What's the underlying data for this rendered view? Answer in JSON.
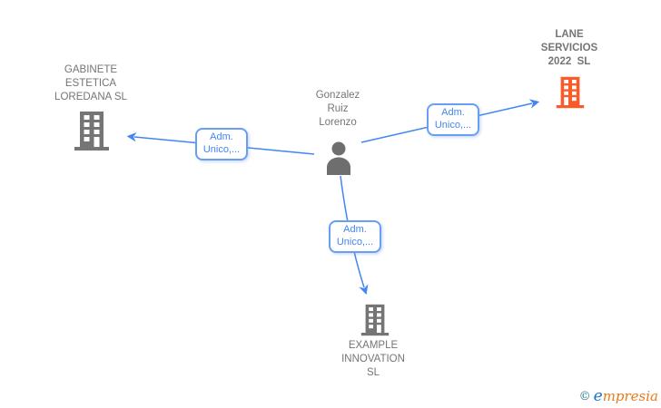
{
  "diagram": {
    "colors": {
      "background": "#ffffff",
      "node_text": "#757575",
      "building_gray": "#757575",
      "building_orange": "#FA5B28",
      "person_gray": "#6e6e6e",
      "edge_blue": "#4285F4",
      "label_border": "#699EF2",
      "brand_teal": "#1F7A8C",
      "brand_blue": "#1A73C8",
      "brand_orange": "#E87A1E"
    },
    "nodes": {
      "gabinete": {
        "type": "company",
        "lines": [
          "GABINETE",
          "ESTETICA",
          "LOREDANA SL"
        ]
      },
      "lane": {
        "type": "company",
        "highlighted": true,
        "lines": [
          "LANE",
          "SERVICIOS",
          "2022  SL"
        ]
      },
      "person": {
        "type": "person",
        "lines": [
          "Gonzalez",
          "Ruiz",
          "Lorenzo"
        ]
      },
      "example": {
        "type": "company",
        "lines": [
          "EXAMPLE",
          "INNOVATION",
          "SL"
        ]
      }
    },
    "edges": [
      {
        "from": "person",
        "to": "gabinete",
        "label_lines": [
          "Adm.",
          "Unico,..."
        ]
      },
      {
        "from": "person",
        "to": "lane",
        "label_lines": [
          "Adm.",
          "Unico,..."
        ]
      },
      {
        "from": "person",
        "to": "example",
        "label_lines": [
          "Adm.",
          "Unico,..."
        ]
      }
    ],
    "watermark": {
      "copyright": "©",
      "brand_first_letter": "e",
      "brand_rest": "mpresia"
    }
  }
}
